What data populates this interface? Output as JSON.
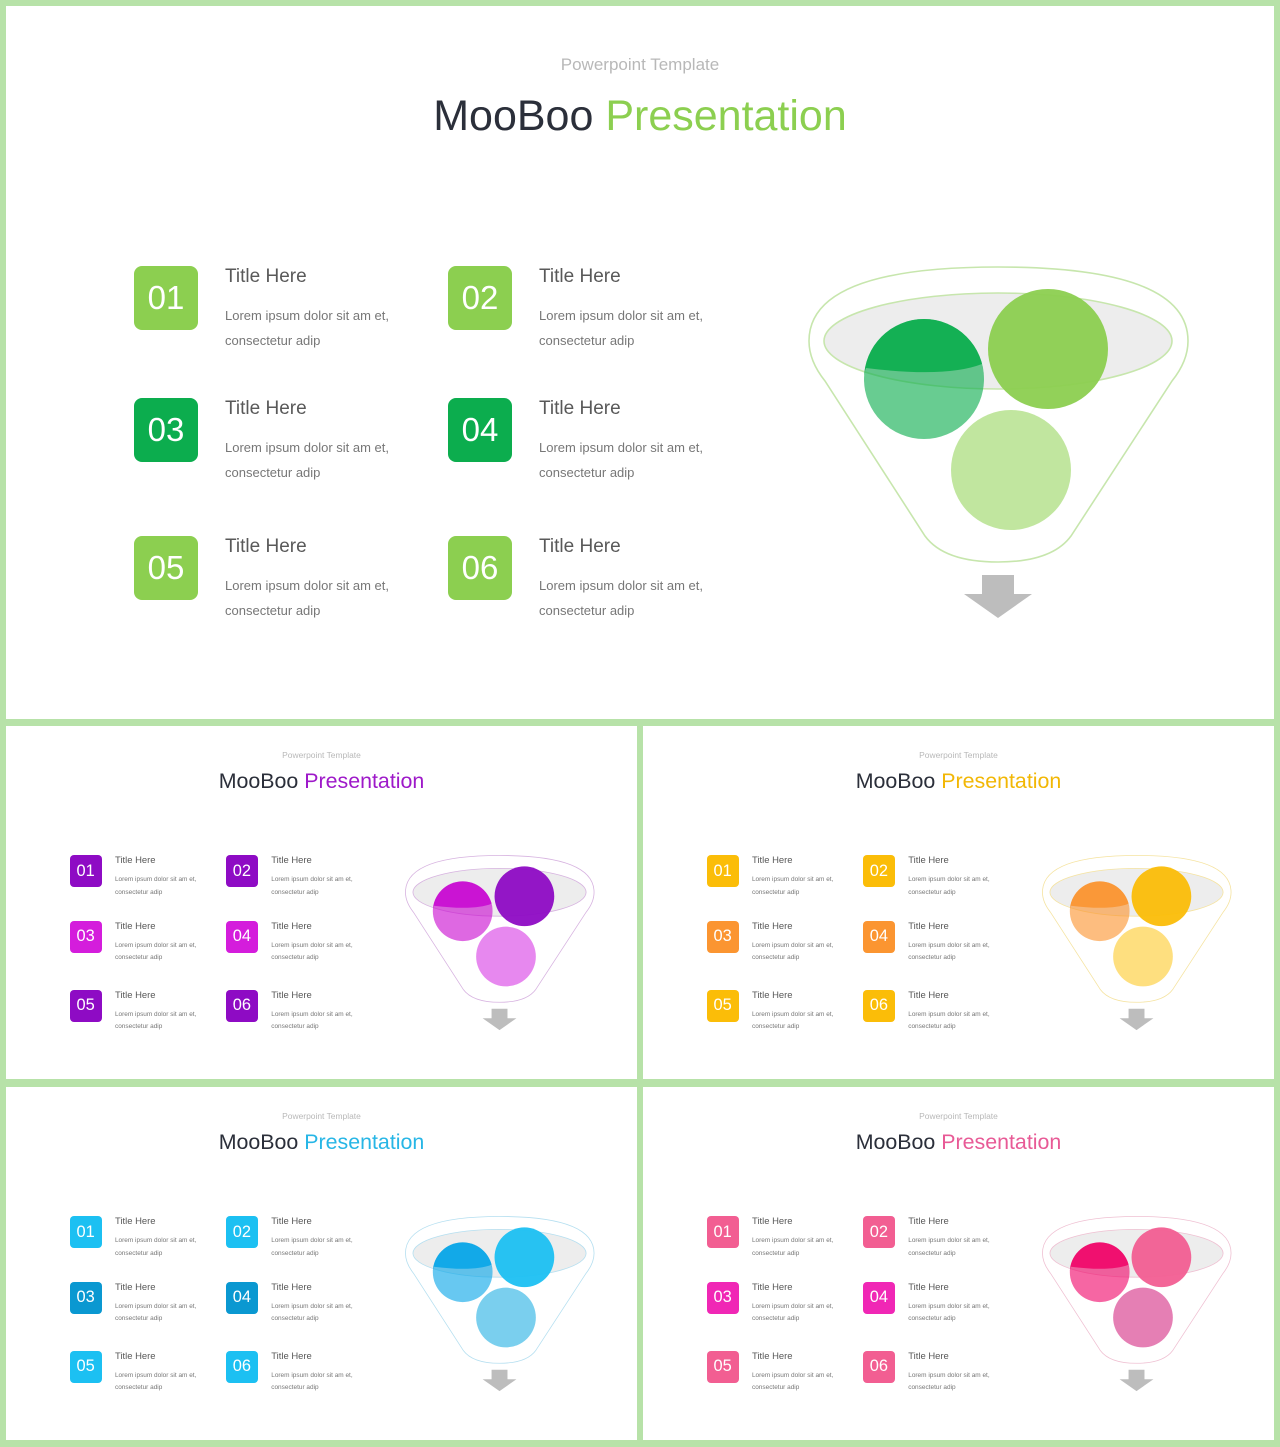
{
  "subtitle": "Powerpoint Template",
  "title_main": "MooBoo",
  "title_accent": "Presentation",
  "slides": [
    {
      "theme": "green",
      "accent": "#8ccf50",
      "box_colors": [
        "#8ccf50",
        "#8ccf50",
        "#0cad4e",
        "#0cad4e",
        "#8ccf50",
        "#8ccf50"
      ],
      "circle_colors": [
        "#0cad4e",
        "#8ccf50",
        "#a9dc7a"
      ],
      "funnel_stroke": "#c7e6ad",
      "items": [
        {
          "num": "01",
          "title": "Title Here",
          "line1": "Lorem ipsum dolor sit am et,",
          "line2": "consectetur adip"
        },
        {
          "num": "02",
          "title": "Title Here",
          "line1": "Lorem ipsum dolor sit am et,",
          "line2": "consectetur adip"
        },
        {
          "num": "03",
          "title": "Title Here",
          "line1": "Lorem ipsum dolor sit am et,",
          "line2": "consectetur adip"
        },
        {
          "num": "04",
          "title": "Title Here",
          "line1": "Lorem ipsum dolor sit am et,",
          "line2": "consectetur adip"
        },
        {
          "num": "05",
          "title": "Title Here",
          "line1": "Lorem ipsum dolor sit am et,",
          "line2": "consectetur adip"
        },
        {
          "num": "06",
          "title": "Title Here",
          "line1": "Lorem ipsum dolor sit am et,",
          "line2": "consectetur adip"
        }
      ]
    },
    {
      "theme": "purple",
      "accent": "#9e19c9",
      "box_colors": [
        "#8e0bc4",
        "#8e0bc4",
        "#d41ddc",
        "#d41ddc",
        "#8e0bc4",
        "#8e0bc4"
      ],
      "circle_colors": [
        "#c90cd1",
        "#8e0bc4",
        "#de5ae9"
      ],
      "funnel_stroke": "#d7b3e0",
      "items": [
        {
          "num": "01",
          "title": "Title Here",
          "line1": "Lorem ipsum dolor sit am et,",
          "line2": "consectetur adip"
        },
        {
          "num": "02",
          "title": "Title Here",
          "line1": "Lorem ipsum dolor sit am et,",
          "line2": "consectetur adip"
        },
        {
          "num": "03",
          "title": "Title Here",
          "line1": "Lorem ipsum dolor sit am et,",
          "line2": "consectetur adip"
        },
        {
          "num": "04",
          "title": "Title Here",
          "line1": "Lorem ipsum dolor sit am et,",
          "line2": "consectetur adip"
        },
        {
          "num": "05",
          "title": "Title Here",
          "line1": "Lorem ipsum dolor sit am et,",
          "line2": "consectetur adip"
        },
        {
          "num": "06",
          "title": "Title Here",
          "line1": "Lorem ipsum dolor sit am et,",
          "line2": "consectetur adip"
        }
      ]
    },
    {
      "theme": "yellow",
      "accent": "#f2b705",
      "box_colors": [
        "#fbbd08",
        "#fbbd08",
        "#fb9531",
        "#fb9531",
        "#fbbd08",
        "#fbbd08"
      ],
      "circle_colors": [
        "#fb9531",
        "#fbbd08",
        "#fdd24e"
      ],
      "funnel_stroke": "#f5e3a0",
      "items": [
        {
          "num": "01",
          "title": "Title Here",
          "line1": "Lorem ipsum dolor sit am et,",
          "line2": "consectetur adip"
        },
        {
          "num": "02",
          "title": "Title Here",
          "line1": "Lorem ipsum dolor sit am et,",
          "line2": "consectetur adip"
        },
        {
          "num": "03",
          "title": "Title Here",
          "line1": "Lorem ipsum dolor sit am et,",
          "line2": "consectetur adip"
        },
        {
          "num": "04",
          "title": "Title Here",
          "line1": "Lorem ipsum dolor sit am et,",
          "line2": "consectetur adip"
        },
        {
          "num": "05",
          "title": "Title Here",
          "line1": "Lorem ipsum dolor sit am et,",
          "line2": "consectetur adip"
        },
        {
          "num": "06",
          "title": "Title Here",
          "line1": "Lorem ipsum dolor sit am et,",
          "line2": "consectetur adip"
        }
      ]
    },
    {
      "theme": "blue",
      "accent": "#27b6e6",
      "box_colors": [
        "#1cc0f2",
        "#1cc0f2",
        "#0a98d1",
        "#0a98d1",
        "#1cc0f2",
        "#1cc0f2"
      ],
      "circle_colors": [
        "#0aa6e8",
        "#1cc0f2",
        "#47bde8"
      ],
      "funnel_stroke": "#b5dff0",
      "items": [
        {
          "num": "01",
          "title": "Title Here",
          "line1": "Lorem ipsum dolor sit am et,",
          "line2": "consectetur adip"
        },
        {
          "num": "02",
          "title": "Title Here",
          "line1": "Lorem ipsum dolor sit am et,",
          "line2": "consectetur adip"
        },
        {
          "num": "03",
          "title": "Title Here",
          "line1": "Lorem ipsum dolor sit am et,",
          "line2": "consectetur adip"
        },
        {
          "num": "04",
          "title": "Title Here",
          "line1": "Lorem ipsum dolor sit am et,",
          "line2": "consectetur adip"
        },
        {
          "num": "05",
          "title": "Title Here",
          "line1": "Lorem ipsum dolor sit am et,",
          "line2": "consectetur adip"
        },
        {
          "num": "06",
          "title": "Title Here",
          "line1": "Lorem ipsum dolor sit am et,",
          "line2": "consectetur adip"
        }
      ]
    },
    {
      "theme": "pink",
      "accent": "#e85a96",
      "box_colors": [
        "#f25e92",
        "#f25e92",
        "#f027b5",
        "#f027b5",
        "#f25e92",
        "#f25e92"
      ],
      "circle_colors": [
        "#f0086a",
        "#f25e92",
        "#db4e97"
      ],
      "funnel_stroke": "#efc0d2",
      "items": [
        {
          "num": "01",
          "title": "Title Here",
          "line1": "Lorem ipsum dolor sit am et,",
          "line2": "consectetur adip"
        },
        {
          "num": "02",
          "title": "Title Here",
          "line1": "Lorem ipsum dolor sit am et,",
          "line2": "consectetur adip"
        },
        {
          "num": "03",
          "title": "Title Here",
          "line1": "Lorem ipsum dolor sit am et,",
          "line2": "consectetur adip"
        },
        {
          "num": "04",
          "title": "Title Here",
          "line1": "Lorem ipsum dolor sit am et,",
          "line2": "consectetur adip"
        },
        {
          "num": "05",
          "title": "Title Here",
          "line1": "Lorem ipsum dolor sit am et,",
          "line2": "consectetur adip"
        },
        {
          "num": "06",
          "title": "Title Here",
          "line1": "Lorem ipsum dolor sit am et,",
          "line2": "consectetur adip"
        }
      ]
    }
  ]
}
